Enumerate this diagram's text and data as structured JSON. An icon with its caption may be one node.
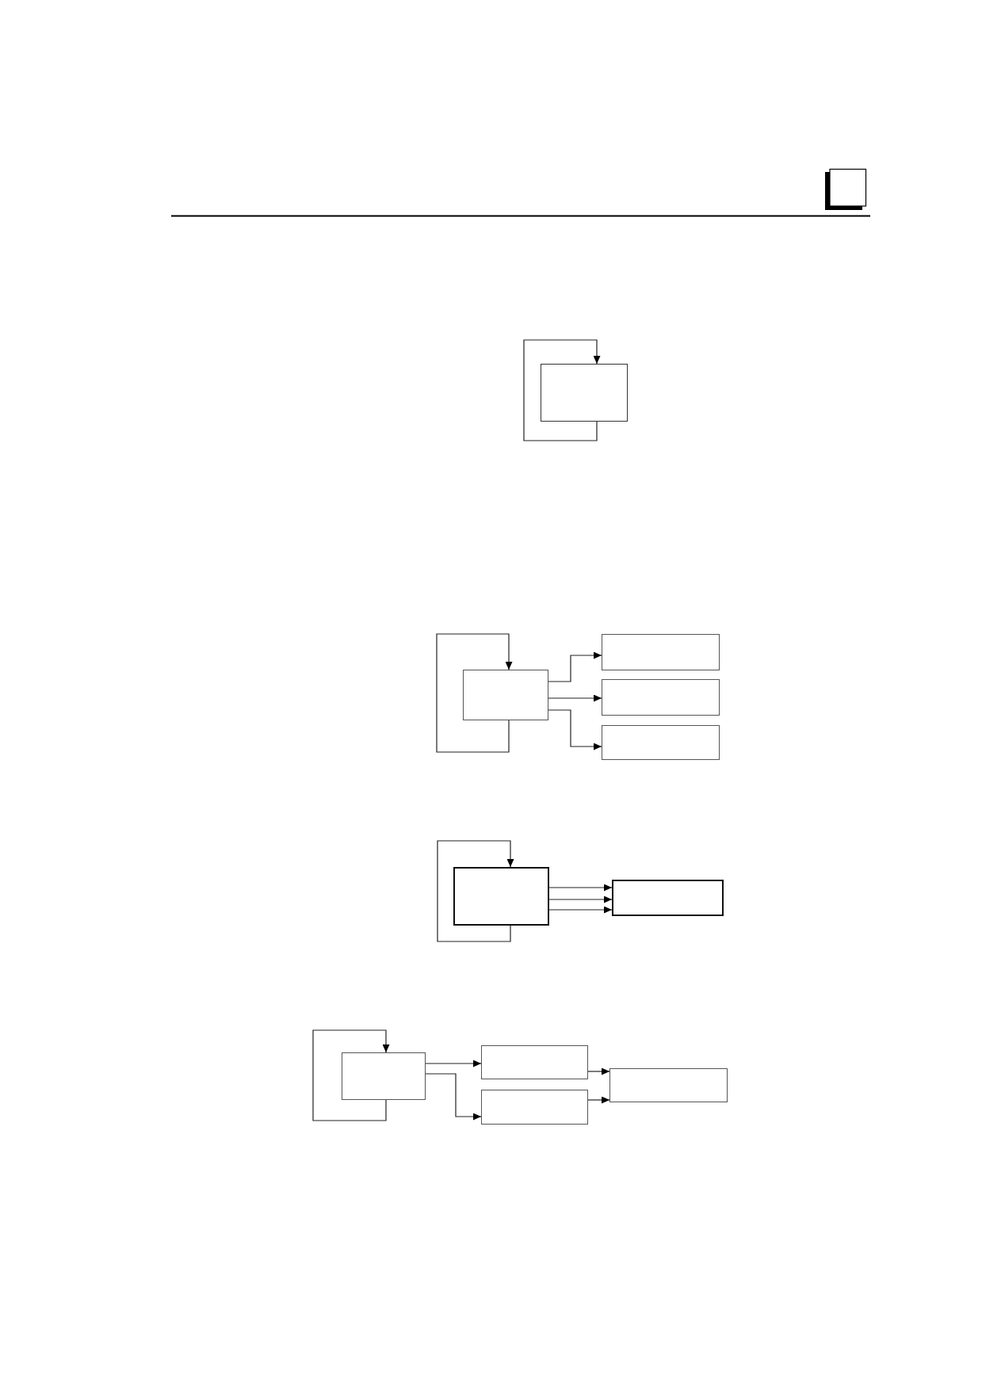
{
  "diagram": {
    "nodes": [
      {
        "text": [],
        "shape": "box"
      },
      {
        "text": [],
        "shape": "box"
      },
      {
        "text": [],
        "shape": "box"
      },
      {
        "text": [],
        "shape": "box"
      },
      {
        "text": [],
        "shape": "box"
      },
      {
        "text": [],
        "shape": "box"
      },
      {
        "text": [],
        "shape": "box"
      },
      {
        "text": [],
        "shape": "box"
      },
      {
        "text": [],
        "shape": "box"
      },
      {
        "text": [],
        "shape": "box"
      },
      {
        "text": [],
        "shape": "box"
      }
    ],
    "edges": [
      {
        "from": 0,
        "to": 0,
        "arrow": "to"
      },
      {
        "from": 1,
        "to": 1,
        "arrow": "to"
      },
      {
        "from": 1,
        "to": 2,
        "arrow": "to"
      },
      {
        "from": 1,
        "to": 3,
        "arrow": "to"
      },
      {
        "from": 1,
        "to": 4,
        "arrow": "to"
      },
      {
        "from": 5,
        "to": 5,
        "arrow": "to"
      },
      {
        "from": 5,
        "to": 6,
        "arrow": "to"
      },
      {
        "from": 5,
        "to": 6,
        "arrow": "to"
      },
      {
        "from": 5,
        "to": 6,
        "arrow": "to"
      },
      {
        "from": 7,
        "to": 7,
        "arrow": "to"
      },
      {
        "from": 7,
        "to": 8,
        "arrow": "to"
      },
      {
        "from": 7,
        "to": 9,
        "arrow": "to"
      },
      {
        "from": 8,
        "to": 10,
        "arrow": "to"
      },
      {
        "from": 9,
        "to": 10,
        "arrow": "to"
      }
    ]
  }
}
